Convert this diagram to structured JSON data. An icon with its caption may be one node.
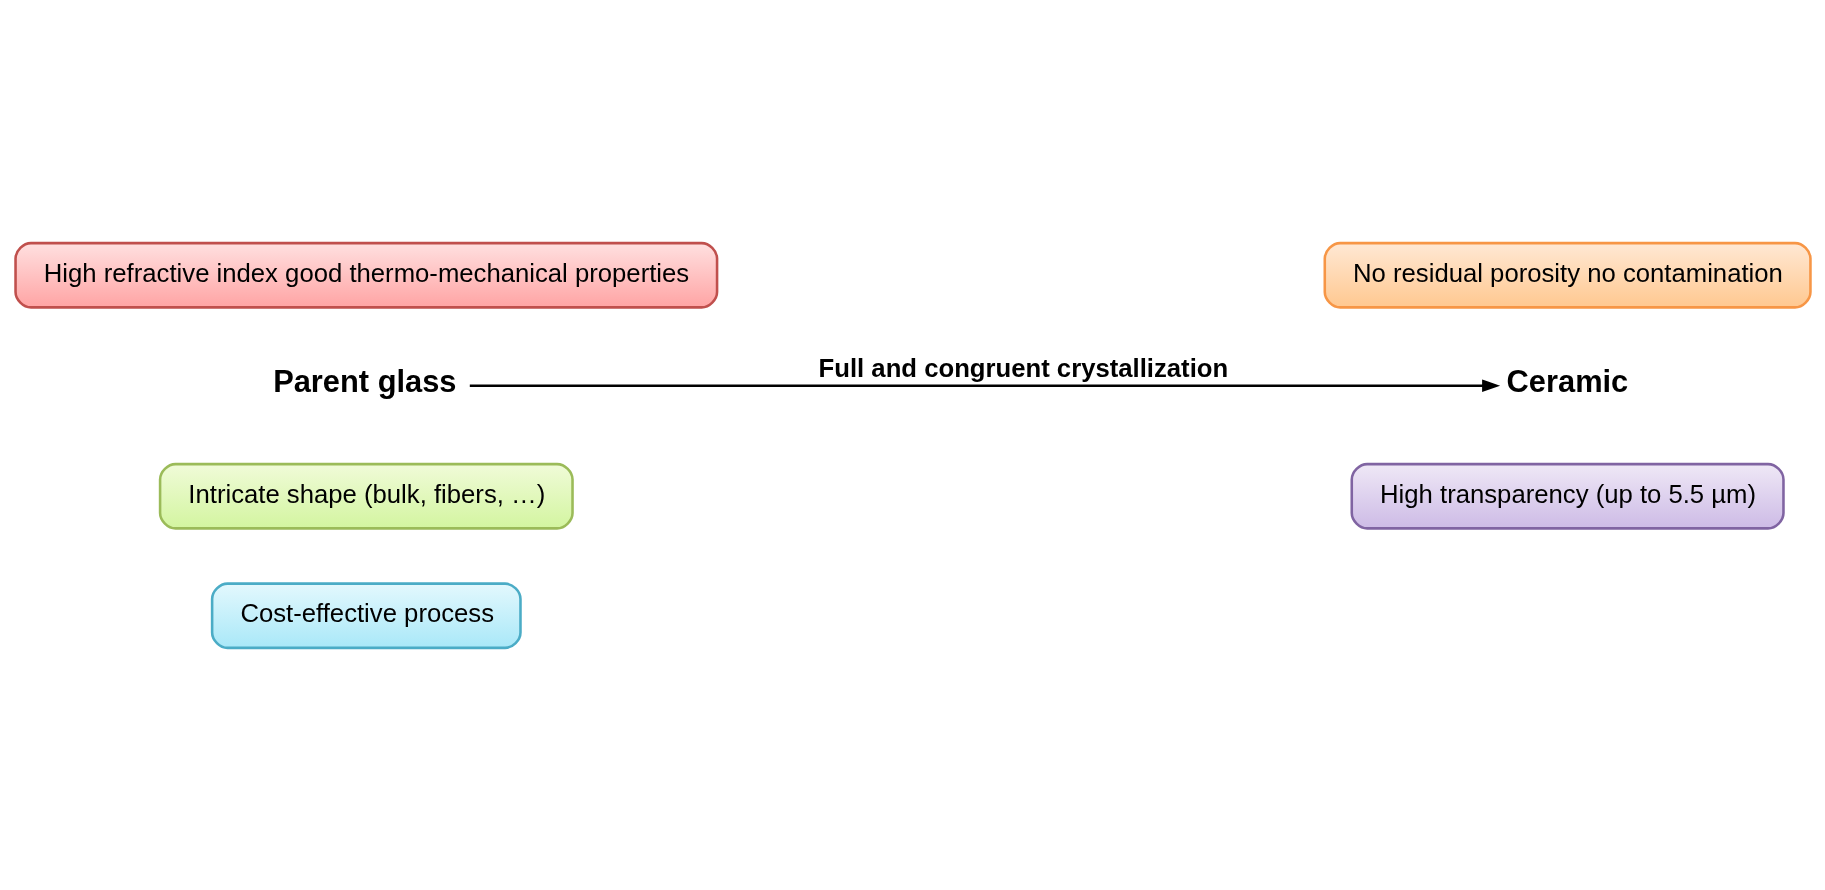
{
  "diagram": {
    "nodes": [
      {
        "text": [
          "Cost-effective process"
        ]
      },
      {
        "text": [
          "Intricate shape (bulk, fibers, …)"
        ]
      },
      {
        "text": [
          "High transparency (up to 5.5 µm)"
        ]
      },
      {
        "text": [
          "Parent glass"
        ]
      },
      {
        "text": [
          "Ceramic"
        ]
      },
      {
        "text": [
          "High refractive index good thermo-mechanical properties"
        ]
      },
      {
        "text": [
          "No residual porosity no contamination"
        ]
      }
    ],
    "edges": [
      {
        "from": 3,
        "to": 4,
        "arrow": "to",
        "label": "Full and congruent crystallization"
      }
    ]
  }
}
